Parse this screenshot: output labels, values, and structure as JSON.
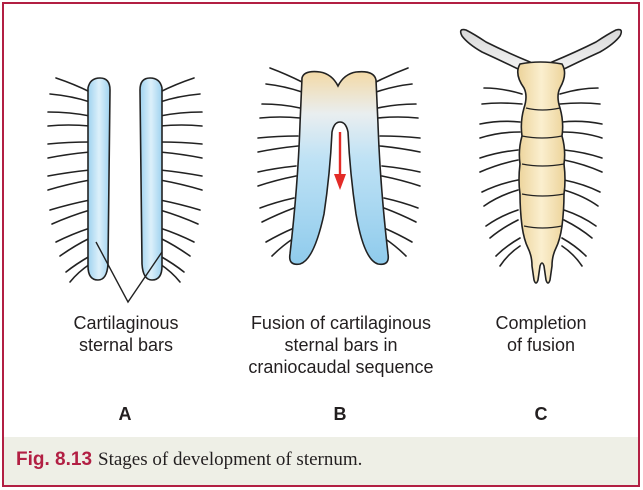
{
  "panels": [
    {
      "letter": "A",
      "label_lines": [
        "Cartilaginous",
        "sternal bars"
      ]
    },
    {
      "letter": "B",
      "label_lines": [
        "Fusion of cartilaginous",
        "sternal bars in",
        "craniocaudal sequence"
      ]
    },
    {
      "letter": "C",
      "label_lines": [
        "Completion",
        "of fusion"
      ]
    }
  ],
  "caption": {
    "figure_number": "Fig. 8.13",
    "text": "Stages of development of sternum."
  },
  "colors": {
    "border": "#b21f43",
    "cartilage_blue": "#bfe2f5",
    "bone_cream": "#f5e3b5",
    "arrow_red": "#e32b27",
    "caption_bg": "#eeefe6"
  }
}
